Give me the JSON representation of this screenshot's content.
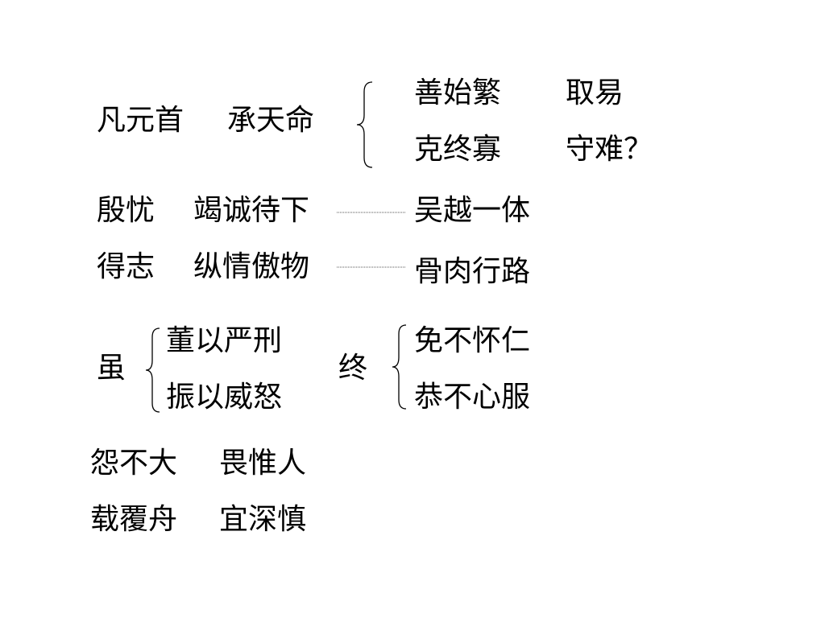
{
  "section1": {
    "left_a": "凡元首",
    "left_b": "承天命",
    "right_top_a": "善始繁",
    "right_top_b": "取易",
    "right_bottom_a": "克终寡",
    "right_bottom_b": "守难？"
  },
  "section2": {
    "row1_a": "殷忧",
    "row1_b": "竭诚待下",
    "row1_result": "吴越一体",
    "row2_a": "得志",
    "row2_b": "纵情傲物",
    "row2_result": "骨肉行路"
  },
  "section3": {
    "left_word": "虽",
    "mid_top": "董以严刑",
    "mid_bottom": "振以威怒",
    "mid_word": "终",
    "right_top": "免不怀仁",
    "right_bottom": "恭不心服"
  },
  "section4": {
    "row1_a": "怨不大",
    "row1_b": "畏惟人",
    "row2_a": "载覆舟",
    "row2_b": "宜深慎"
  }
}
